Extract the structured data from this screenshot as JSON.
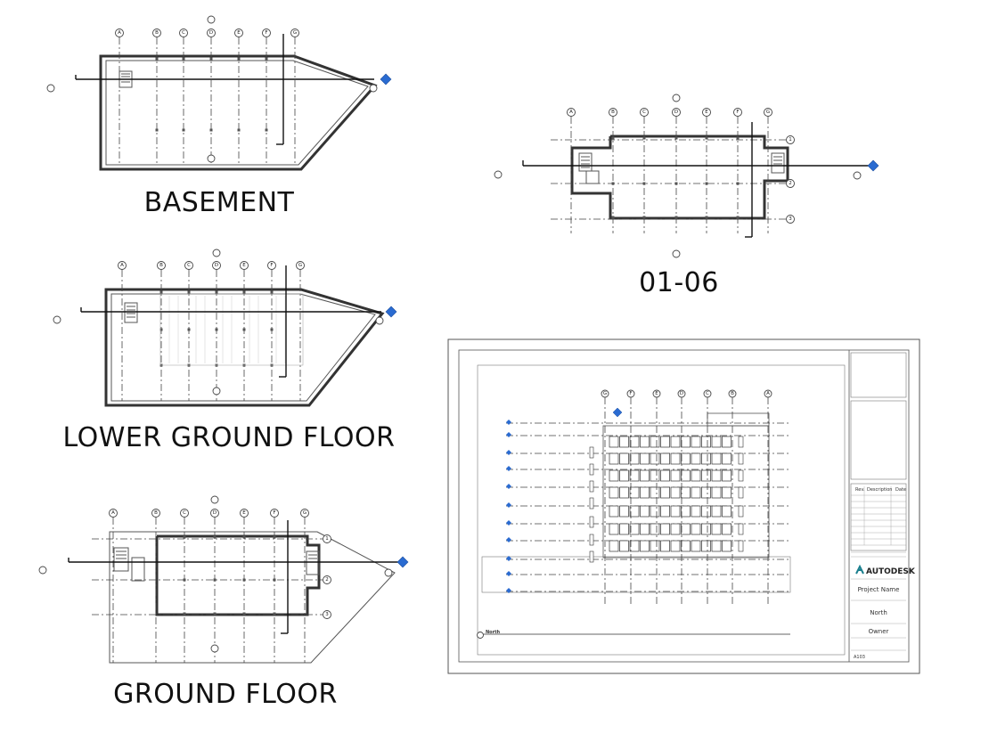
{
  "grid_labels_main": [
    "A",
    "B",
    "C",
    "D",
    "E",
    "F",
    "G"
  ],
  "grid_labels_rows": [
    "1",
    "2",
    "3"
  ],
  "plans": [
    {
      "id": "basement",
      "title": "BASEMENT"
    },
    {
      "id": "lower-ground",
      "title": "LOWER GROUND FLOOR"
    },
    {
      "id": "ground",
      "title": "GROUND FLOOR"
    },
    {
      "id": "typical",
      "title": "01-06"
    }
  ],
  "sheet": {
    "elevation_label": "North",
    "elevation_labels": [
      "G",
      "F",
      "E",
      "D",
      "C",
      "B",
      "A"
    ],
    "logo": "AUTODESK",
    "project_name": "Project Name",
    "view_name": "North",
    "owner": "Owner",
    "sheet_number": "A103",
    "rev_table_headers": [
      "Rev.",
      "Description",
      "Date"
    ]
  },
  "colors": {
    "accent_blue": "#2a6bd1",
    "line": "#333333"
  }
}
